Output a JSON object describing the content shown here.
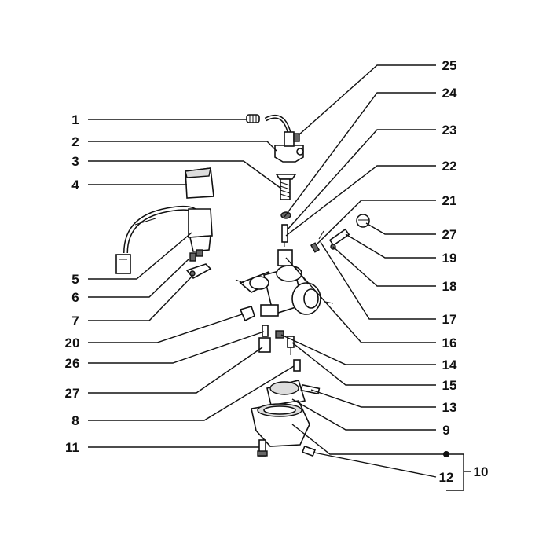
{
  "callouts": {
    "c1": "1",
    "c2": "2",
    "c3": "3",
    "c4": "4",
    "c5": "5",
    "c6": "6",
    "c7": "7",
    "c20": "20",
    "c26": "26",
    "c27a": "27",
    "c8": "8",
    "c11": "11",
    "c25": "25",
    "c24": "24",
    "c23": "23",
    "c22": "22",
    "c21": "21",
    "c27b": "27",
    "c19": "19",
    "c18": "18",
    "c17": "17",
    "c16": "16",
    "c14": "14",
    "c15": "15",
    "c13": "13",
    "c9": "9",
    "c12": "12",
    "c10": "10"
  }
}
